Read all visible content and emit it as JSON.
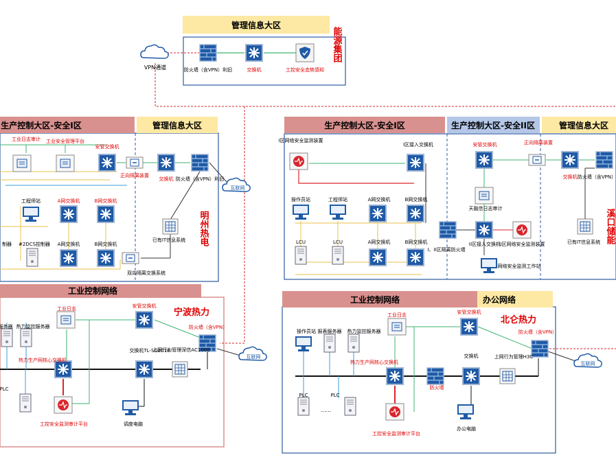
{
  "colors": {
    "header_pink": "#d9918f",
    "header_yellow": "#fde9a4",
    "header_blue": "#b4c7e7",
    "red_label": "#e00000",
    "line_green": "#3cb371",
    "line_yellow": "#e8c24a",
    "line_blue": "#3a9fd6",
    "line_red": "#d9262c",
    "icon_blue": "#1f5aa6"
  },
  "top": {
    "zone_title": "管理信息大区",
    "vpn": "VPN通道",
    "firewall": "防火墙（含VPN）利旧",
    "switch": "交换机",
    "situation": "工控安全态势感知",
    "group_name": "能源集团"
  },
  "mz": {
    "zone_prod": "生产控制大区-安全I区",
    "zone_mgmt": "管理信息大区",
    "log_audit": "工业日志审计",
    "mgmt_platform": "工业安全管理平台",
    "sec_switch": "安管交换机",
    "isolation": "正向隔离装置",
    "switch": "交换机",
    "firewall": "防火墙（含VPN）利旧",
    "internet": "互联网",
    "engineer": "工程师站",
    "a_switch": "A网交换机",
    "b_switch": "B网交换机",
    "dcs": "#2DCS控制器",
    "a_switch2": "A网交换机",
    "b_switch2": "B网交换机",
    "ctrl": "制器",
    "it_system": "已有IT信息系统",
    "dual_isolation": "双向隔离交换系统",
    "plant": "明州热电"
  },
  "nb": {
    "zone_ind": "工业控制网络",
    "log": "工业日志",
    "sec_switch": "安管交换机",
    "plant": "宁波热力",
    "server": "服务器",
    "heat_server": "热力监控服务器",
    "core_switch": "热力生产网核心交换机",
    "switch_tl": "交换机TL-SG2016",
    "behavior": "上网行为管理深信AC1000",
    "firewall": "防火墙（含VPN）",
    "internet": "互联网",
    "plc": "PLC",
    "audit": "工控安全监测审计平台",
    "dispatch": "调度电脑"
  },
  "sz": {
    "zone_prod1": "生产控制大区-安全I区",
    "zone_prod2": "生产控制大区-安全II区",
    "zone_mgmt": "管理信息大区",
    "monitor": "I区网络安全监测装置",
    "access_switch": "I区接入交换机",
    "sec_switch": "安管交换机",
    "isolation": "正向隔离装置",
    "switch": "交换机",
    "firewall": "防火墙（含VPN）利旧",
    "operator": "操作员站",
    "engineer": "工程师站",
    "a_switch": "A网交换机",
    "b_switch": "B网交换机",
    "lcu1": "LCU",
    "lcu2": "LCU",
    "a_switch2": "A网交换机",
    "b_switch2": "B网交换机",
    "fw_12": "I、II区隔离防火墙",
    "tianrong": "天融信日志审计",
    "access2": "II区接入交换机",
    "monitor2": "II区网络安全监测装置",
    "netmon": "网络安全监测工作站",
    "it_system": "已有IT信息系统",
    "plant": "溪口储能"
  },
  "bl": {
    "zone_ind": "工业控制网络",
    "zone_office": "办公网络",
    "log": "工业日志",
    "sec_switch": "安管交换机",
    "plant": "北仑热力",
    "operator": "操作员站",
    "report": "报表服务器",
    "heat_server": "热力监控服务器",
    "firewall_vpn": "防火墙（含VPN）",
    "core_switch": "热力生产网核心交换机",
    "switch": "交换机",
    "behavior": "上网行为管理H3C",
    "internet": "互联网",
    "plc1": "PLC",
    "plc2": "PLC",
    "firewall": "防火墙",
    "audit": "工控安全监测审计平台",
    "office_pc": "办公电脑"
  }
}
